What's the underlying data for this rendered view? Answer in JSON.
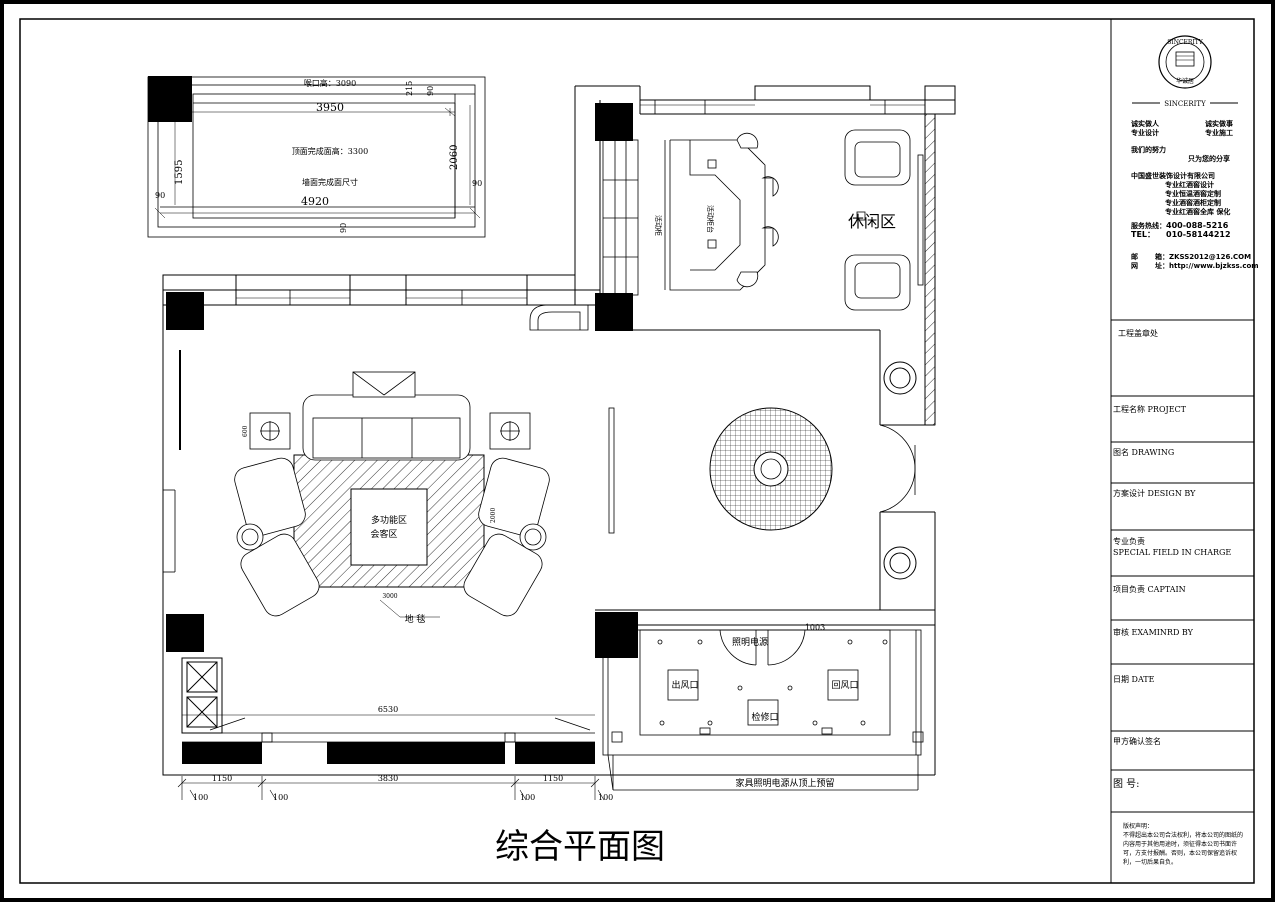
{
  "drawing": {
    "main_title": "综合平面图",
    "zones": {
      "leisure": "休闲区",
      "living_1": "多功能区",
      "living_2": "会客区",
      "carpet": "地 毯",
      "lighting_power": "照明电源",
      "air_out": "出风口",
      "air_return": "回风口",
      "access_panel": "检修口",
      "furniture_note": "家具照明电源从顶上预留",
      "counter_1": "活动柜",
      "counter_2": "活动柜台"
    },
    "detail": {
      "beam_height": "喉口高：3090",
      "ceiling_height": "顶面完成面高：3300",
      "wall_size": "墙面完成面尺寸",
      "dim_top": "3950",
      "dim_bottom": "4920",
      "dim_left": "1595",
      "dim_right": "2060",
      "dim_small_1": "215",
      "dim_small_2": "90",
      "dim_small_3": "90",
      "dim_small_4": "90",
      "dim_small_5": "90"
    },
    "dimensions": {
      "d6530": "6530",
      "d1150a": "1150",
      "d3830": "3830",
      "d1150b": "1150",
      "d100a": "100",
      "d100b": "100",
      "d100c": "100",
      "d100d": "100",
      "d3000": "3000",
      "d600": "600",
      "d2000": "2000",
      "d1003": "1003"
    }
  },
  "title_block": {
    "brand": "SINCERITY",
    "brand_cn": "华诚居",
    "slogan_1a": "诚实做人",
    "slogan_1b": "诚实做事",
    "slogan_2a": "专业设计",
    "slogan_2b": "专业施工",
    "slogan_3": "我们的努力",
    "slogan_4": "只为您的分享",
    "company": "中国盛世装饰设计有限公司",
    "svc_1": "专业红酒窖设计",
    "svc_2": "专业恒温酒窖定制",
    "svc_3": "专业酒窖酒柜定制",
    "svc_4": "专业红酒窖全库 保化",
    "hotline_label": "服务热线：",
    "hotline": "400-088-5216",
    "tel_label": "TEL：",
    "tel": "010-58144212",
    "email_label": "邮",
    "email": "箱：ZKSS2012@126.COM",
    "web_label": "网",
    "web": "址：http://www.bjzkss.com",
    "stamp": "工程盖章处",
    "project": "工程名称 PROJECT",
    "drawing_name": "图名 DRAWING",
    "design": "方案设计 DESIGN BY",
    "special_1": "专业负责",
    "special_2": "SPECIAL FIELD IN CHARGE",
    "captain": "项目负责 CAPTAIN",
    "examined": "审核 EXAMINRD BY",
    "date": "日期 DATE",
    "client_sign": "甲方确认签名",
    "drawing_no": "图 号:",
    "notice_title": "版权声明：",
    "notice_body": "不得超出本公司合法权利，将本公司的图纸的内容用于其他用途时，须征得本公司书面许可，方支付报酬。否则，本公司保留追诉权利，一切后果自负。"
  },
  "colors": {
    "line": "#000000",
    "background": "#ffffff"
  }
}
